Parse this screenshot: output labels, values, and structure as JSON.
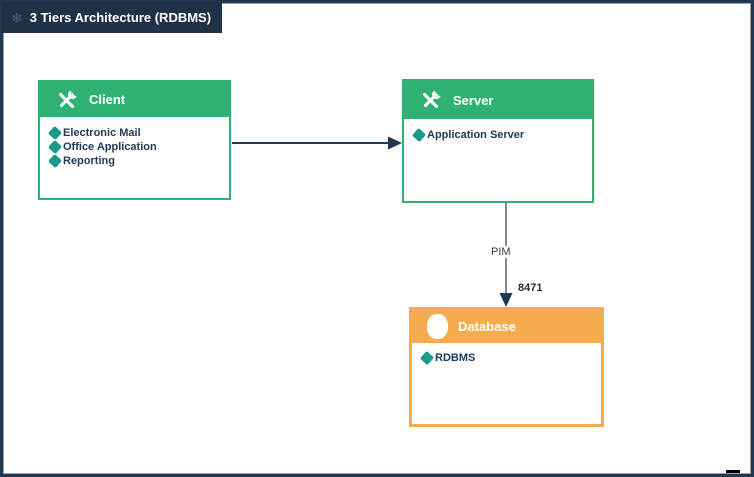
{
  "title": {
    "text": "3 Tiers Architecture (RDBMS)",
    "icon": "snowflake-icon",
    "icon_glyph": "❄"
  },
  "nodes": {
    "client": {
      "label": "Client",
      "icon": "tools-icon",
      "header_color": "#2EB173",
      "items": [
        "Electronic Mail",
        "Office Application",
        "Reporting"
      ]
    },
    "server": {
      "label": "Server",
      "icon": "tools-icon",
      "header_color": "#2EB173",
      "items": [
        "Application Server"
      ]
    },
    "database": {
      "label": "Database",
      "icon": "database-icon",
      "header_color": "#F5AB4E",
      "items": [
        "RDBMS"
      ]
    }
  },
  "connectors": {
    "client_to_server": {
      "from": "Client",
      "to": "Server",
      "label": ""
    },
    "server_to_database": {
      "from": "Server",
      "to": "Database",
      "label": "PIM",
      "end_label": "8471"
    }
  },
  "colors": {
    "green": "#2EB173",
    "orange": "#F5AB4E",
    "teal": "#189B8A",
    "frame": "#23384E",
    "title_bar_bg": "#1F3147",
    "text_navy": "#1E3A55",
    "arrow_navy": "#223850",
    "line_gray": "#7E8C9A"
  }
}
